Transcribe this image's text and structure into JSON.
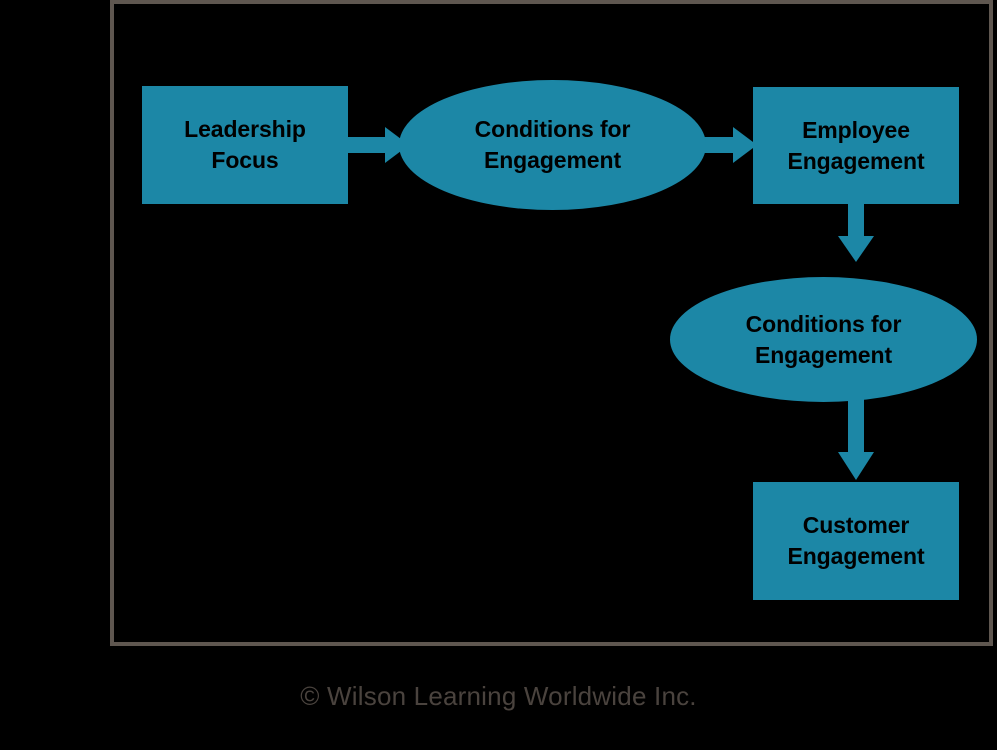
{
  "diagram": {
    "type": "flow-diagram",
    "background_color": "#000000",
    "frame_border_color": "#5f5750",
    "shape_fill_color": "#1c87a6",
    "shape_text_color": "#000000",
    "arrow_color": "#1c87a6",
    "nodes": [
      {
        "id": "leadership-focus",
        "shape": "rectangle",
        "line1": "Leadership",
        "line2": "Focus"
      },
      {
        "id": "conditions-1",
        "shape": "ellipse",
        "line1": "Conditions for",
        "line2": "Engagement"
      },
      {
        "id": "employee-engagement",
        "shape": "rectangle",
        "line1": "Employee",
        "line2": "Engagement"
      },
      {
        "id": "conditions-2",
        "shape": "ellipse",
        "line1": "Conditions for",
        "line2": "Engagement"
      },
      {
        "id": "customer-engagement",
        "shape": "rectangle",
        "line1": "Customer",
        "line2": "Engagement"
      }
    ],
    "arrows": [
      {
        "id": "arrow-leadership-to-conditions1",
        "direction": "right",
        "from": "leadership-focus",
        "to": "conditions-1"
      },
      {
        "id": "arrow-conditions1-to-employee",
        "direction": "right",
        "from": "conditions-1",
        "to": "employee-engagement"
      },
      {
        "id": "arrow-employee-to-conditions2",
        "direction": "down",
        "from": "employee-engagement",
        "to": "conditions-2"
      },
      {
        "id": "arrow-conditions2-to-customer",
        "direction": "down",
        "from": "conditions-2",
        "to": "customer-engagement"
      }
    ]
  },
  "footer": {
    "copyright": "© Wilson Learning Worldwide Inc.",
    "color": "#4a433e"
  }
}
